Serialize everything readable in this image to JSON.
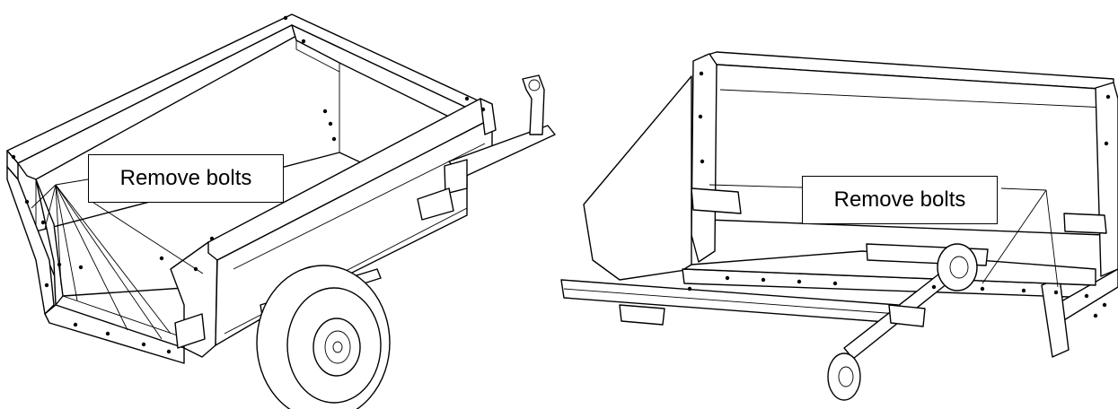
{
  "callouts": {
    "left": "Remove bolts",
    "right": "Remove bolts"
  },
  "icons": {
    "left_figure": "dump-cart-with-wheel-illustration",
    "right_figure": "cart-underside-axle-illustration"
  },
  "colors": {
    "line": "#000000",
    "background": "#ffffff"
  }
}
